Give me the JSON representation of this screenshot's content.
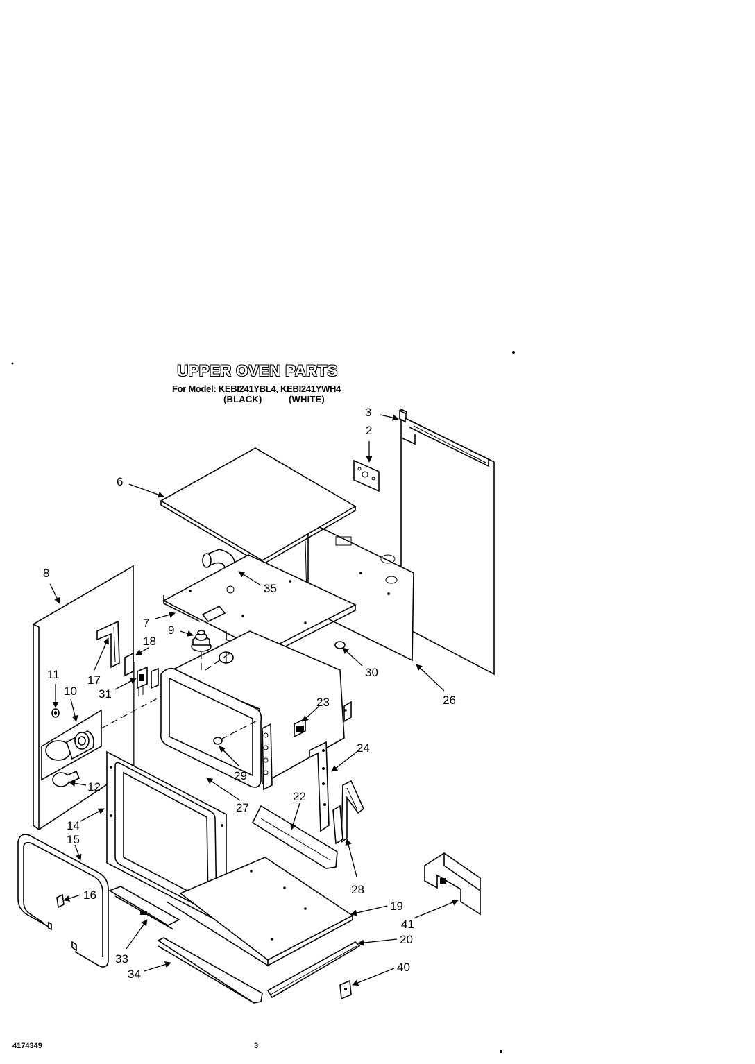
{
  "title": "UPPER OVEN PARTS",
  "model_line": "For Model: KEBI241YBL4, KEBI241YWH4",
  "colors": [
    "(BLACK)",
    "(WHITE)"
  ],
  "footer": {
    "doc_number": "4174349",
    "page_number": "3"
  },
  "callouts": [
    {
      "id": "3",
      "label": "3"
    },
    {
      "id": "2",
      "label": "2"
    },
    {
      "id": "6",
      "label": "6"
    },
    {
      "id": "8",
      "label": "8"
    },
    {
      "id": "35",
      "label": "35"
    },
    {
      "id": "7",
      "label": "7"
    },
    {
      "id": "9",
      "label": "9"
    },
    {
      "id": "18",
      "label": "18"
    },
    {
      "id": "17",
      "label": "17"
    },
    {
      "id": "11",
      "label": "11"
    },
    {
      "id": "10",
      "label": "10"
    },
    {
      "id": "31",
      "label": "31"
    },
    {
      "id": "30",
      "label": "30"
    },
    {
      "id": "26",
      "label": "26"
    },
    {
      "id": "23",
      "label": "23"
    },
    {
      "id": "24",
      "label": "24"
    },
    {
      "id": "29",
      "label": "29"
    },
    {
      "id": "12",
      "label": "12"
    },
    {
      "id": "27",
      "label": "27"
    },
    {
      "id": "22",
      "label": "22"
    },
    {
      "id": "14",
      "label": "14"
    },
    {
      "id": "15",
      "label": "15"
    },
    {
      "id": "16",
      "label": "16"
    },
    {
      "id": "28",
      "label": "28"
    },
    {
      "id": "19",
      "label": "19"
    },
    {
      "id": "41",
      "label": "41"
    },
    {
      "id": "20",
      "label": "20"
    },
    {
      "id": "33",
      "label": "33"
    },
    {
      "id": "34",
      "label": "34"
    },
    {
      "id": "40",
      "label": "40"
    }
  ]
}
